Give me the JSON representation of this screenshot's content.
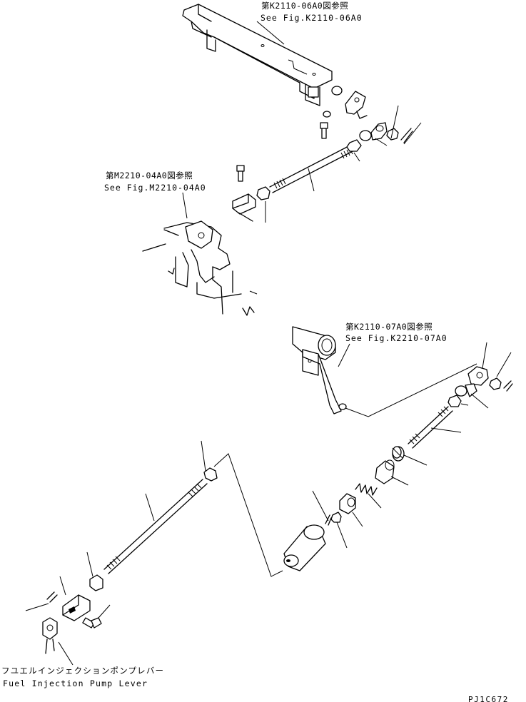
{
  "refs": {
    "top": {
      "jp": "第K2110-06A0図参照",
      "en": "See Fig.K2110-06A0"
    },
    "middle": {
      "jp": "第M2210-04A0図参照",
      "en": "See Fig.M2210-04A0"
    },
    "right": {
      "jp": "第K2110-07A0図参照",
      "en": "See Fig.K2210-07A0"
    }
  },
  "label": {
    "jp": "フユエルインジェクションポンプレバー",
    "en": "Fuel Injection Pump Lever"
  },
  "drawing_code": "PJ1C672"
}
